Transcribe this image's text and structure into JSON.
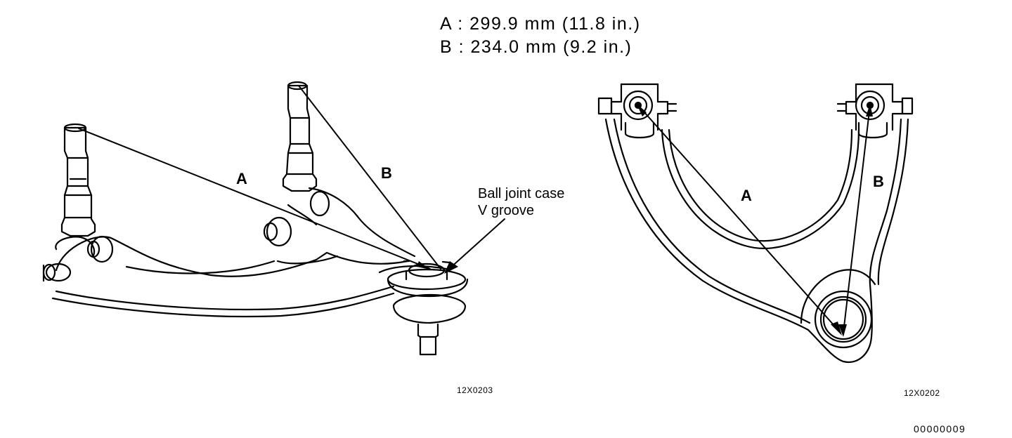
{
  "specs": {
    "a": "A : 299.9 mm (11.8 in.)",
    "b": "B : 234.0 mm (9.2 in.)"
  },
  "left_figure": {
    "label_a": "A",
    "label_b": "B",
    "callout_line1": "Ball joint case",
    "callout_line2": "V groove",
    "figure_code": "12X0203"
  },
  "right_figure": {
    "label_a": "A",
    "label_b": "B",
    "figure_code": "12X0202"
  },
  "page_code": "00000009"
}
